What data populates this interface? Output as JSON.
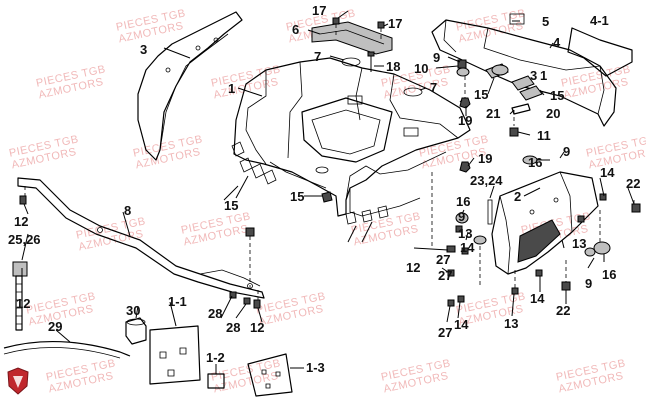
{
  "watermark": {
    "line1": "PIECES TGB",
    "line2": "AZMOTORS"
  },
  "logo": {
    "name": "azmotors-shield-logo",
    "color": "#c0272d"
  },
  "callouts": [
    "17",
    "6",
    "17",
    "5",
    "4-1",
    "3",
    "7",
    "9",
    "10",
    "4",
    "18",
    "1",
    "7",
    "3",
    "1",
    "15",
    "21",
    "20",
    "15",
    "19",
    "11",
    "19",
    "16",
    "9",
    "15",
    "23,24",
    "2",
    "14",
    "22",
    "12",
    "15",
    "8",
    "16",
    "9",
    "25,26",
    "13",
    "12",
    "27",
    "14",
    "13",
    "16",
    "12",
    "27",
    "9",
    "28",
    "14",
    "22",
    "12",
    "28",
    "30",
    "1-1",
    "27",
    "14",
    "13",
    "29",
    "1-2",
    "1-3"
  ]
}
